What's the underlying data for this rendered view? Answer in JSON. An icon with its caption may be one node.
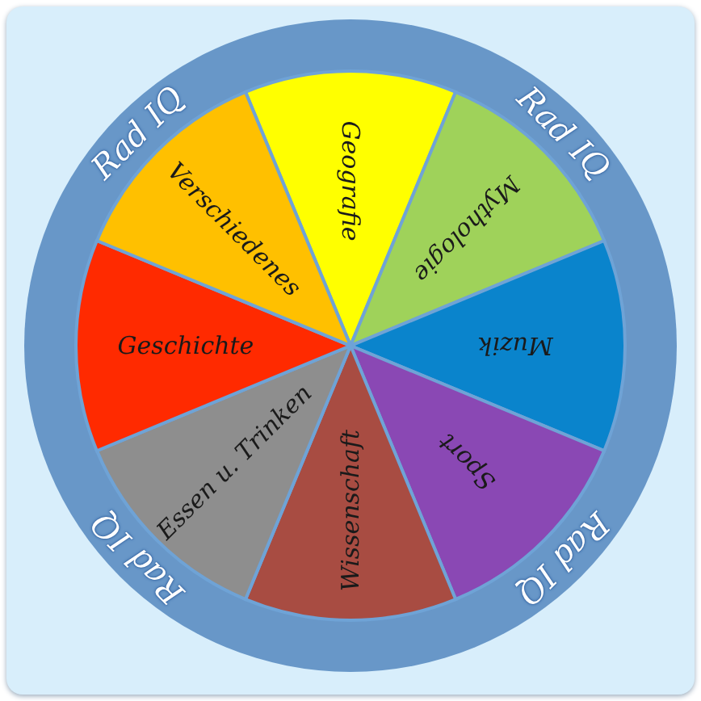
{
  "diagram": {
    "nodes": [
      {
        "text": [
          "Geografie"
        ]
      },
      {
        "text": [
          "Mythologie"
        ]
      },
      {
        "text": [
          "Muzik"
        ]
      },
      {
        "text": [
          "Sport"
        ]
      },
      {
        "text": [
          "Wissenschaft"
        ]
      },
      {
        "text": [
          "Essen u. Trinken"
        ]
      },
      {
        "text": [
          "Geschichte"
        ]
      },
      {
        "text": [
          "Verschiedenes"
        ]
      }
    ],
    "labels": [
      "Rad IQ",
      "Rad IQ",
      "Rad IQ",
      "Rad IQ"
    ]
  }
}
